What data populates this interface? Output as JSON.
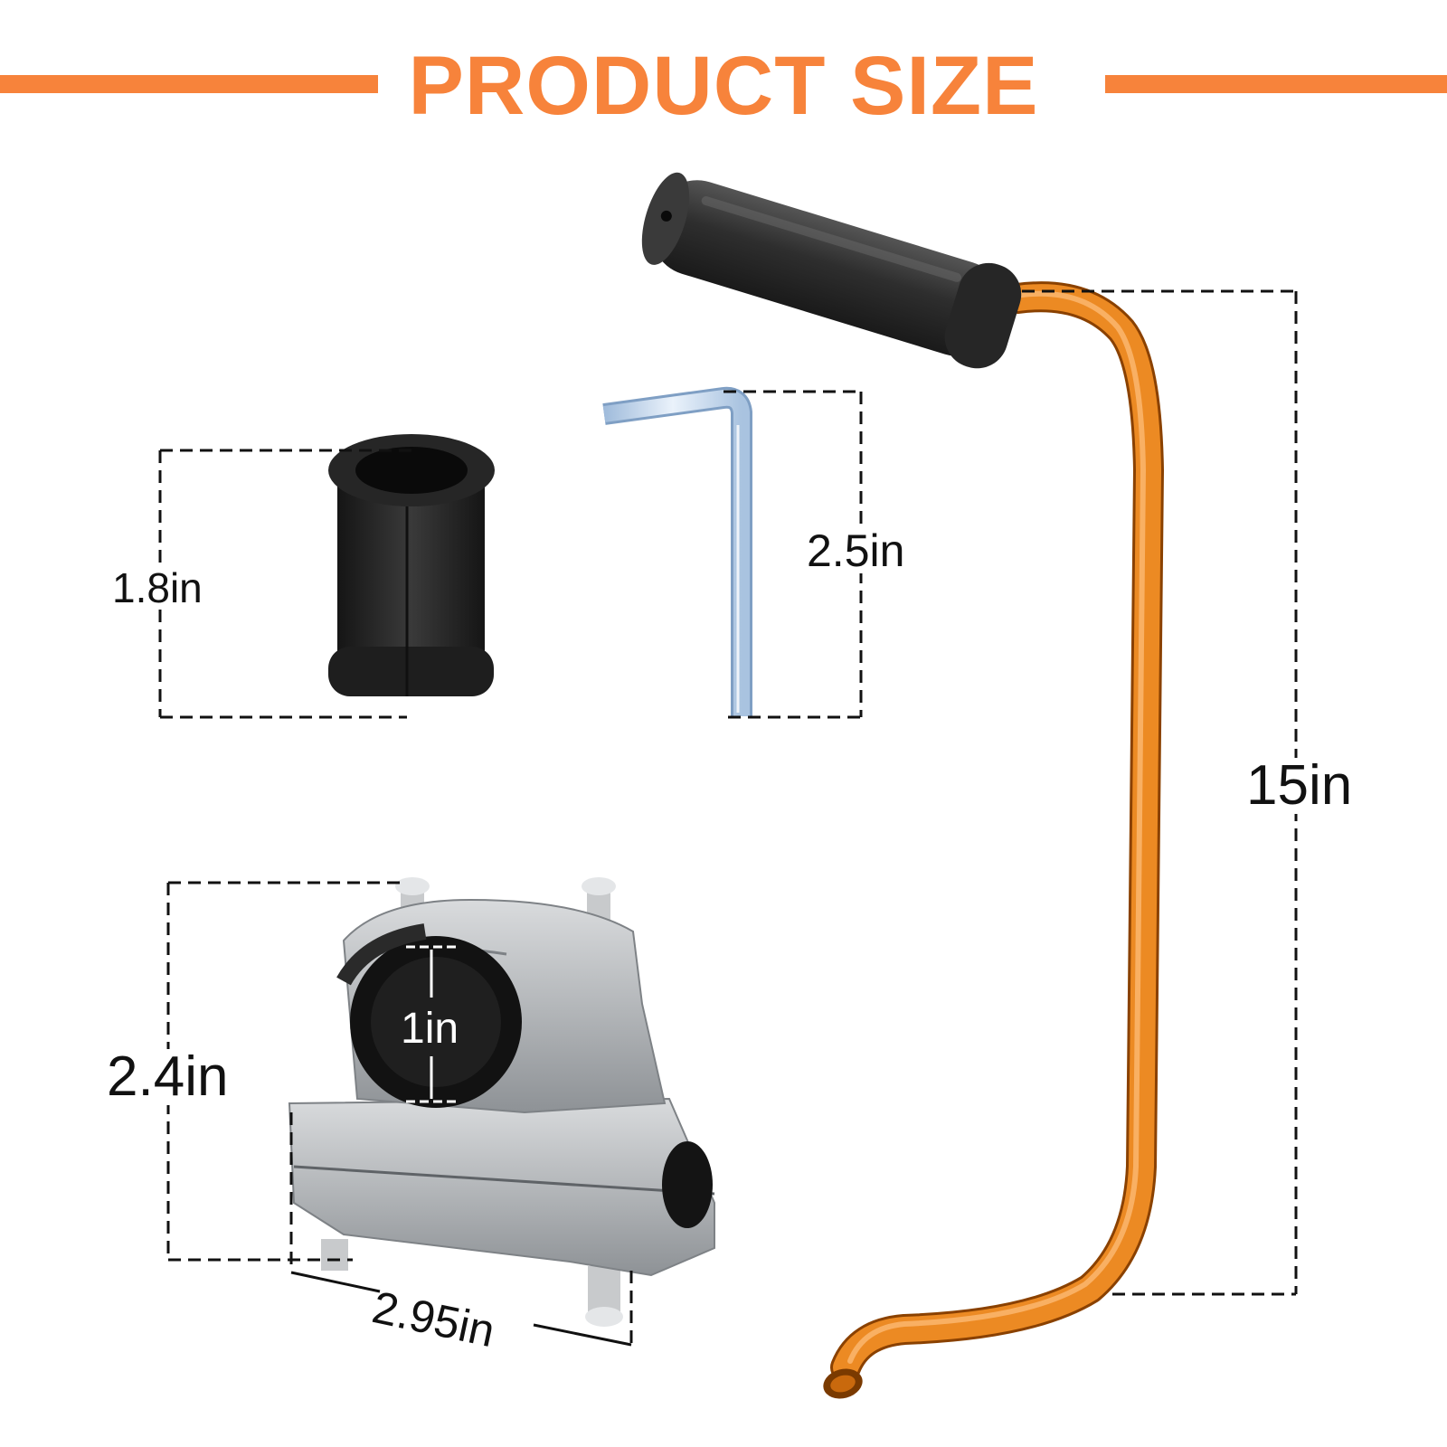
{
  "title": "PRODUCT SIZE",
  "colors": {
    "accent": "#f7833b",
    "handle_tube": "#e27a12",
    "grip": "#2e2e2e",
    "clamp_metal": "#b9bcbf",
    "hex_key": "#b8d0ea",
    "dimension_line": "#111111"
  },
  "dimensions": {
    "sleeve_height": "1.8in",
    "hex_key_length": "2.5in",
    "handle_height": "15in",
    "clamp_height": "2.4in",
    "clamp_bore": "1in",
    "clamp_width": "2.95in"
  },
  "parts": [
    "rubber-sleeve",
    "hex-key",
    "handle-bar",
    "handle-clamp"
  ]
}
